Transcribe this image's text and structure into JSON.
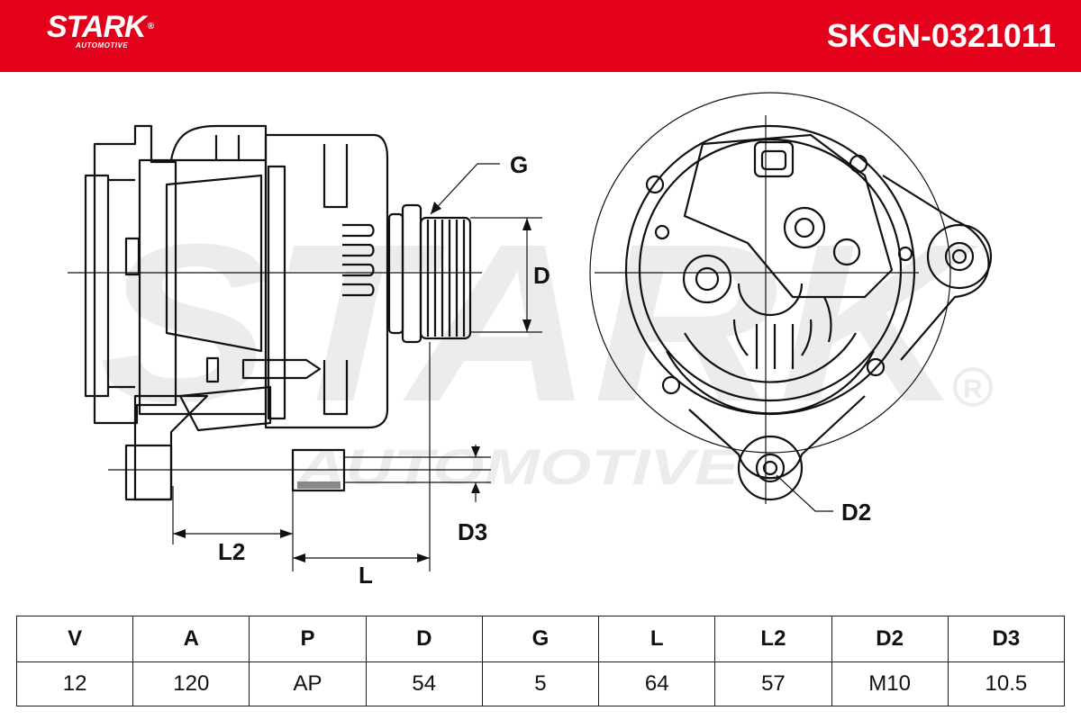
{
  "header": {
    "brand": "STARK",
    "brand_sub": "AUTOMOTIVE",
    "part_number": "SKGN-0321011",
    "color": "#e2001a"
  },
  "watermark": {
    "text": "STARK",
    "sub": "AUTOMOTIVE",
    "reg_symbol": "®"
  },
  "dimension_labels": {
    "g": "G",
    "d": "D",
    "l2": "L2",
    "l": "L",
    "d3": "D3",
    "d2": "D2"
  },
  "spec_table": {
    "headers": [
      "V",
      "A",
      "P",
      "D",
      "G",
      "L",
      "L2",
      "D2",
      "D3"
    ],
    "values": [
      "12",
      "120",
      "AP",
      "54",
      "5",
      "64",
      "57",
      "M10",
      "10.5"
    ]
  }
}
